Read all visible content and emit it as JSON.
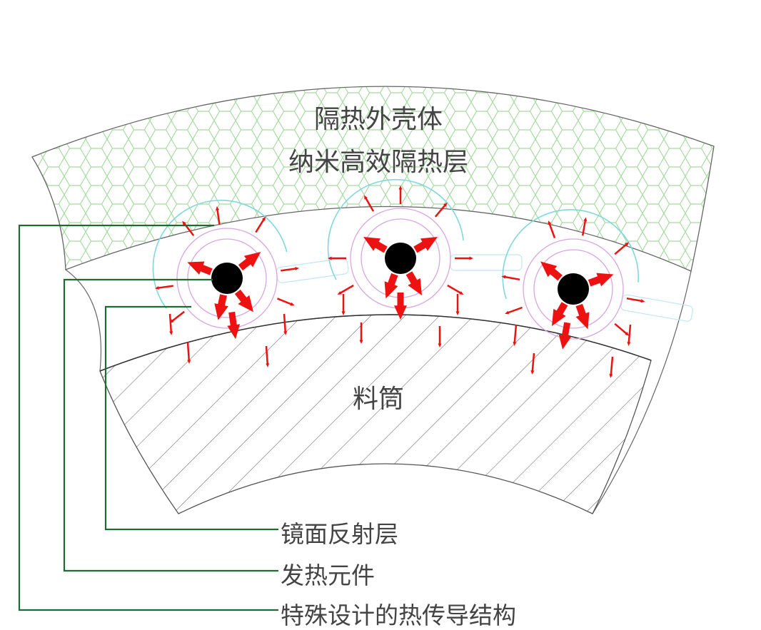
{
  "diagram": {
    "shell_label": "隔热外壳体",
    "insulation_label": "纳米高效隔热层",
    "barrel_label": "料筒",
    "callouts": [
      {
        "id": "mirror",
        "label": "镜面反射层"
      },
      {
        "id": "heater",
        "label": "发热元件"
      },
      {
        "id": "conduction",
        "label": "特殊设计的热传导结构"
      }
    ],
    "heater_count": 3,
    "colors": {
      "hex": "#a6dba0",
      "leader": "#1d6b2e",
      "arrow": "#ee1111",
      "cyan": "#7fd8dc",
      "pink": "#d8a6e0",
      "text": "#444444"
    }
  }
}
